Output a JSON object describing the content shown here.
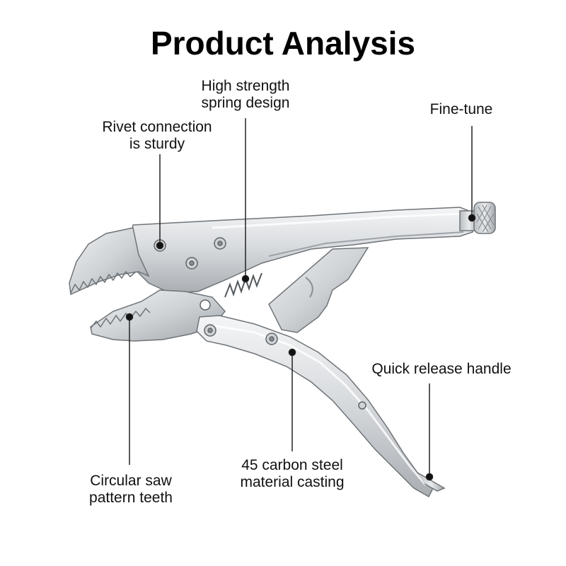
{
  "title": "Product Analysis",
  "callouts": {
    "spring": {
      "line1": "High strength",
      "line2": "spring design"
    },
    "fine_tune": {
      "line1": "Fine-tune"
    },
    "rivet": {
      "line1": "Rivet connection",
      "line2": "is sturdy"
    },
    "quick_release": {
      "line1": "Quick release handle"
    },
    "carbon_steel": {
      "line1": "45 carbon steel",
      "line2": "material casting"
    },
    "saw_teeth": {
      "line1": "Circular saw",
      "line2": "pattern teeth"
    }
  },
  "colors": {
    "background": "#ffffff",
    "text": "#111111",
    "leader_line": "#222222",
    "steel_light": "#e6e8ea",
    "steel_mid": "#c4c8cc",
    "steel_dark": "#8a8f94",
    "steel_outline": "#6f7478"
  }
}
